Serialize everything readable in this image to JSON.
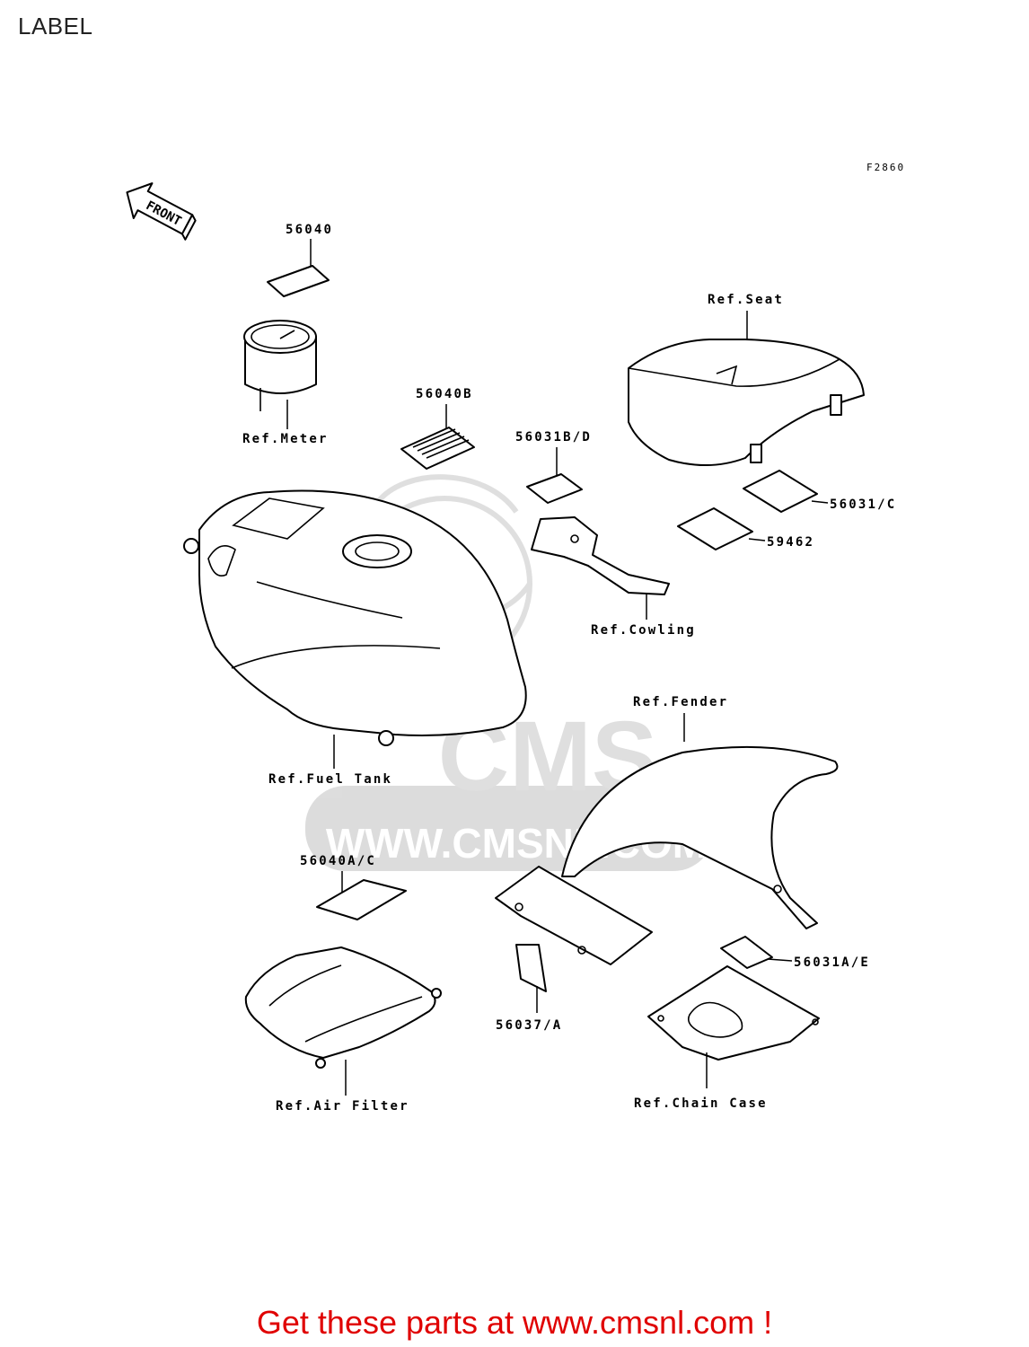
{
  "page": {
    "title": "LABEL"
  },
  "diagram": {
    "figure_code": "F2860",
    "front_arrow": "FRONT",
    "watermark": {
      "brand": "CMS",
      "url": "WWW.CMSNL.COM"
    },
    "part_numbers": {
      "p56040": "56040",
      "p56040B": "56040B",
      "p56031BD": "56031B/D",
      "p56031C": "56031/C",
      "p59462": "59462",
      "p56040AC": "56040A/C",
      "p56037A": "56037/A",
      "p56031AE": "56031A/E"
    },
    "references": {
      "meter": "Ref.Meter",
      "seat": "Ref.Seat",
      "cowling": "Ref.Cowling",
      "fuel_tank": "Ref.Fuel Tank",
      "fender": "Ref.Fender",
      "air_filter": "Ref.Air Filter",
      "chain_case": "Ref.Chain Case"
    }
  },
  "footer": {
    "cta": "Get these parts at www.cmsnl.com !"
  }
}
